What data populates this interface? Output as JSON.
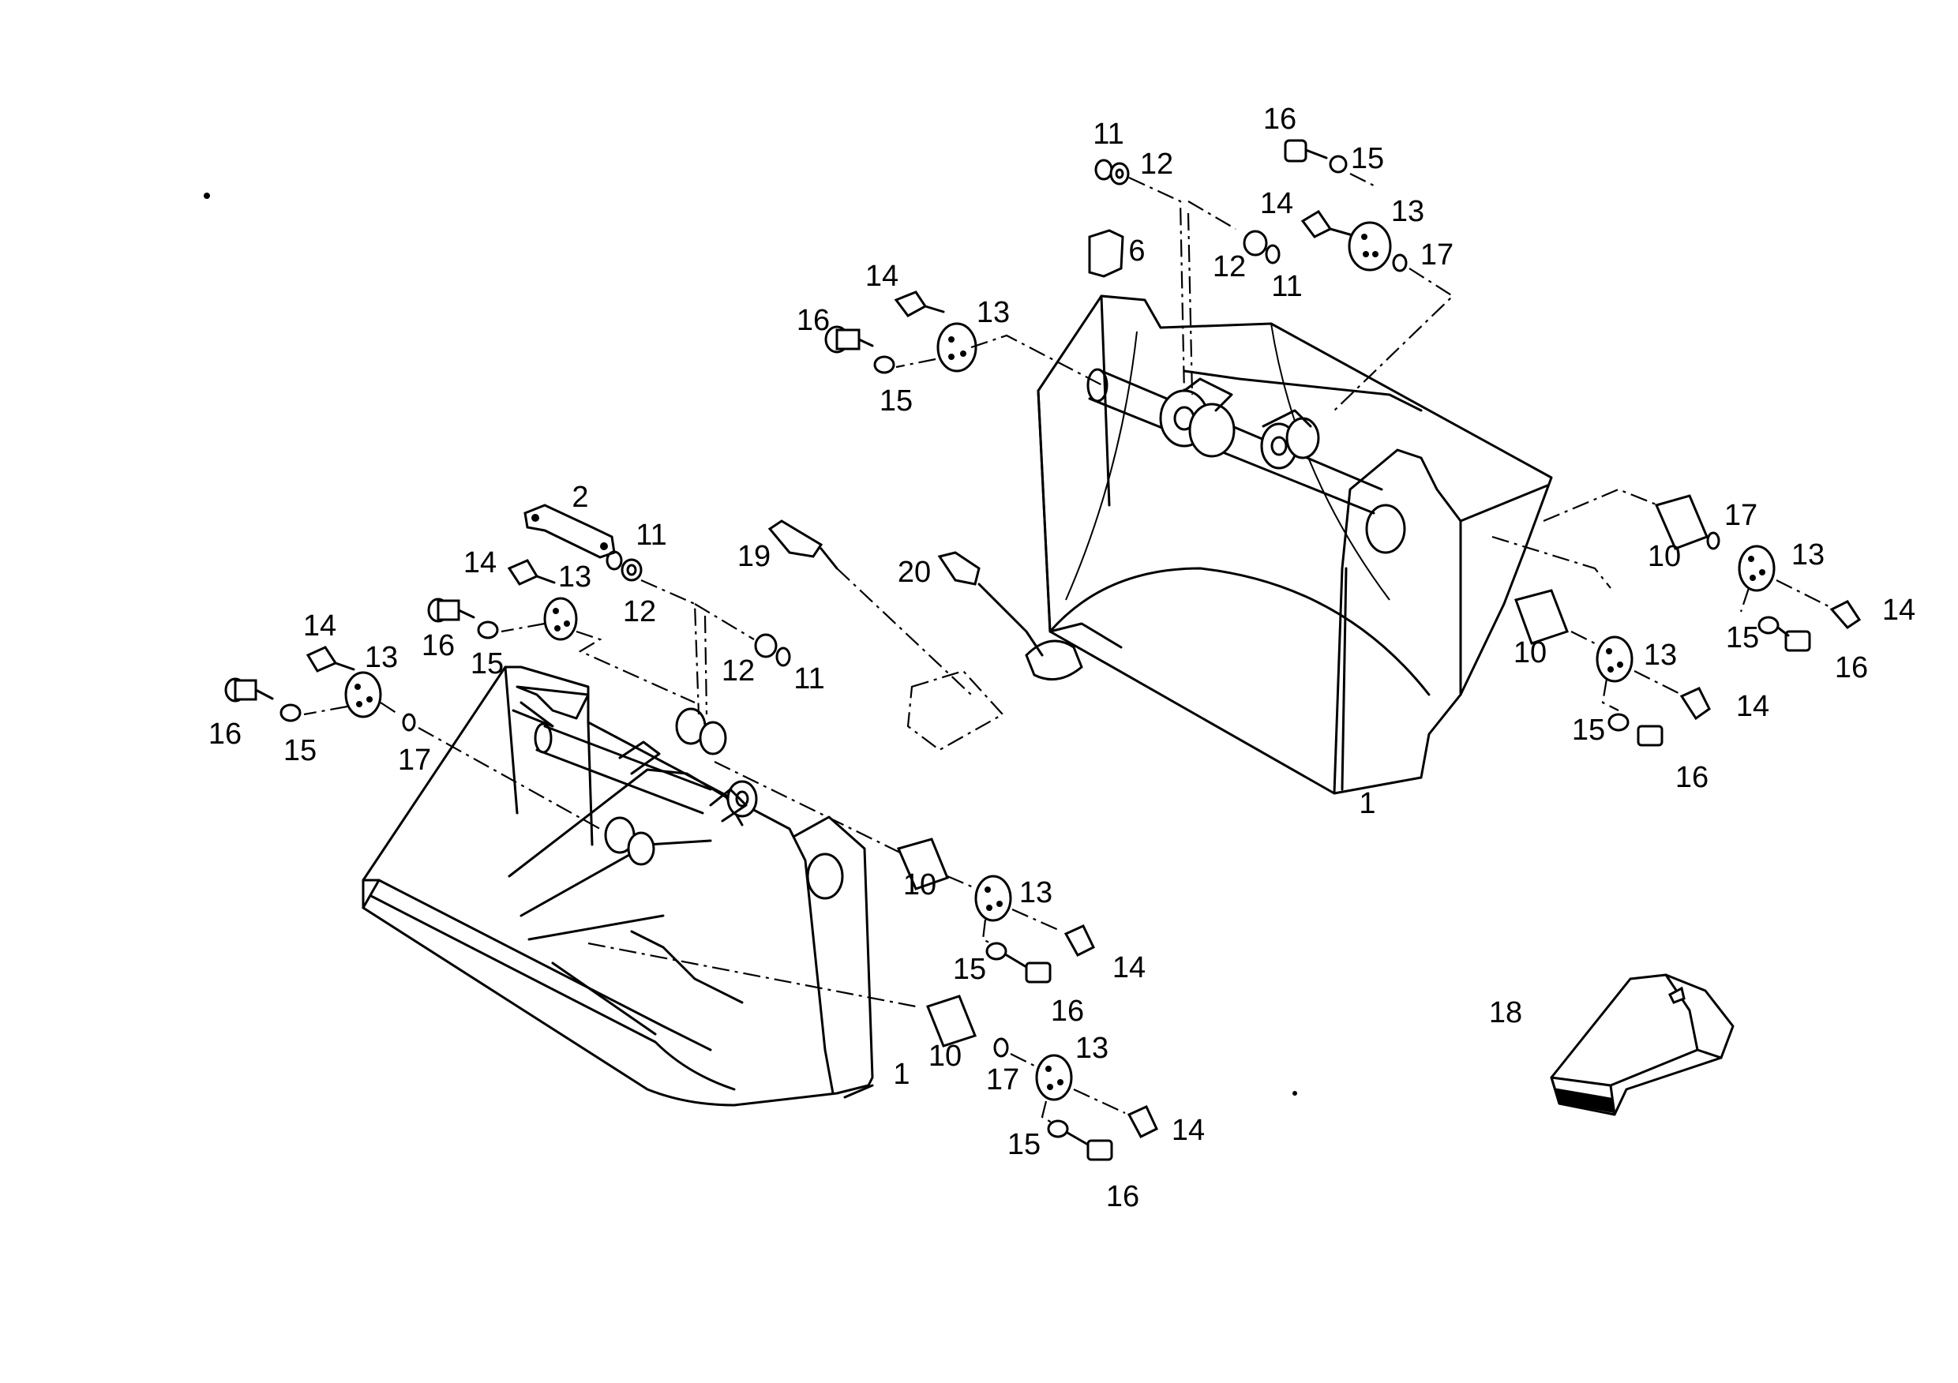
{
  "callouts": {
    "right_bucket": {
      "pin_top_left_11": "11",
      "pin_top_left_12": "12",
      "screw_top_16": "16",
      "washer_top_15": "15",
      "nipple_top_14": "14",
      "plate_top_13": "13",
      "spacer_top_12": "12",
      "ring_top_11": "11",
      "oring_top_17": "17",
      "wear_pad_6": "6",
      "nipple_left_14": "14",
      "plate_left_13": "13",
      "screw_left_16": "16",
      "washer_left_15": "15",
      "tooth_19": "19",
      "tooth_20": "20",
      "bush_r1_10": "10",
      "oring_r1_17": "17",
      "plate_r1_13": "13",
      "nipple_r1_14": "14",
      "washer_r1_15": "15",
      "screw_r1_16": "16",
      "bush_r2_10": "10",
      "plate_r2_13": "13",
      "nipple_r2_14": "14",
      "washer_r2_15": "15",
      "screw_r2_16": "16",
      "bucket_1": "1"
    },
    "left_bucket": {
      "link_2": "2",
      "ring_11": "11",
      "spacer_12": "12",
      "nipple_a_14": "14",
      "plate_a_13": "13",
      "screw_a_16": "16",
      "washer_a_15": "15",
      "nipple_b_14": "14",
      "plate_b_13": "13",
      "screw_b_16": "16",
      "washer_b_15": "15",
      "oring_b_17": "17",
      "spacer_c_12": "12",
      "ring_c_11": "11",
      "bush_d_10": "10",
      "plate_d_13": "13",
      "washer_d_15": "15",
      "nipple_d_14": "14",
      "screw_d_16": "16",
      "bush_e_10": "10",
      "oring_e_17": "17",
      "plate_e_13": "13",
      "nipple_e_14": "14",
      "washer_e_15": "15",
      "screw_e_16": "16",
      "bucket_1": "1"
    },
    "tooth_18": "18"
  }
}
